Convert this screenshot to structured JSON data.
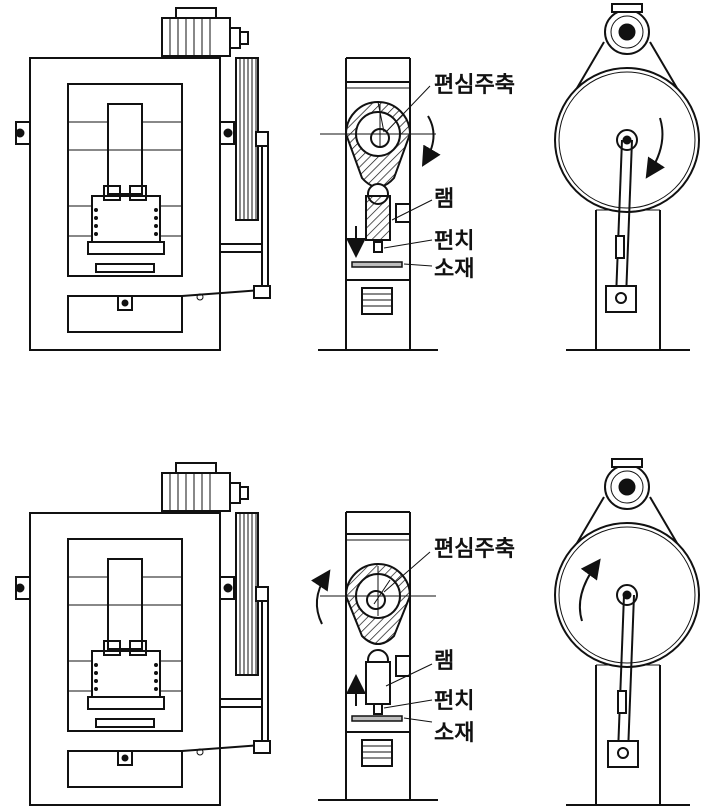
{
  "labels": {
    "eccentric_shaft": "편심주축",
    "ram": "램",
    "punch": "펀치",
    "workpiece": "소재"
  },
  "colors": {
    "line": "#111111",
    "hatch": "#111111",
    "background": "#ffffff"
  },
  "icons": [
    "rotation-arrow-icon",
    "motion-arrow-icon"
  ]
}
